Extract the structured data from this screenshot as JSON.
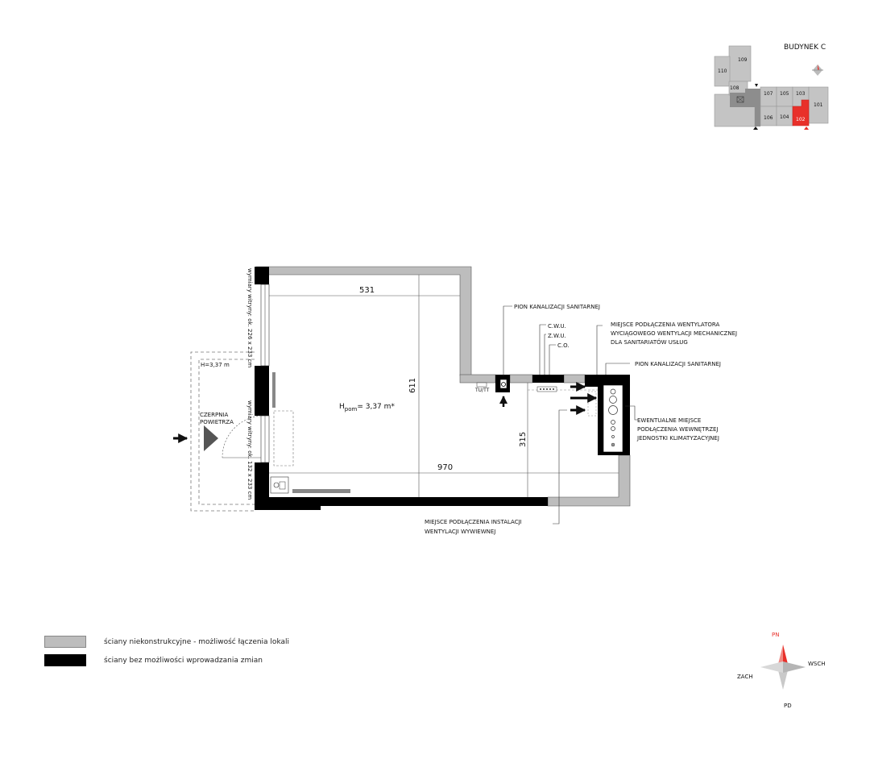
{
  "building": {
    "title": "BUDYNEK C"
  },
  "keyplan_units": [
    "109",
    "110",
    "108",
    "107",
    "105",
    "103",
    "101",
    "106",
    "104",
    "102"
  ],
  "dimensions": {
    "d531": "531",
    "d611": "611",
    "d970": "970",
    "d315": "315"
  },
  "room": {
    "h_label": "H",
    "h_sub": "pom",
    "h_value": "= 3,37 m*"
  },
  "terrace": {
    "height": "H=3,37 m",
    "intake_line1": "CZERPNIA",
    "intake_line2": "POWIETRZA"
  },
  "windows": {
    "w1": "wymiary witryny: ok. 226 x 233 cm",
    "w2": "wymiary witryny: ok. 132 x 233 cm"
  },
  "annotations": {
    "pion_1": "PION KANALIZACJI SANITARNEJ",
    "cwu": "C.W.U.",
    "zwu": "Z.W.U.",
    "co": "C.O.",
    "went_1": "MIEJSCE PODŁĄCZENIA WENTYLATORA",
    "went_2": "WYCIĄGOWEGO WENTYLACJI MECHANICZNEJ",
    "went_3": "DLA SANITARIATÓW USŁUG",
    "pion_2": "PION KANALIZACJI SANITARNEJ",
    "klima_1": "EWENTUALNE MIEJSCE",
    "klima_2": "PODŁĄCZENIA WEWNĘTRZEJ",
    "klima_3": "JEDNOSTKI KLIMATYZACYJNEJ",
    "wywiew_1": "MIEJSCE PODŁĄCZENIA INSTALACJI",
    "wywiew_2": "WENTYLACJI WYWIEWNEJ",
    "tutt": "TU/TT"
  },
  "legend": {
    "gray": "ściany niekonstrukcyjne - możliwość łączenia lokali",
    "black": "ściany bez możliwości wprowadzania zmian"
  },
  "compass": {
    "n": "PN",
    "e": "WSCH",
    "w": "ZACH",
    "s": "PD"
  },
  "colors": {
    "wall_black": "#000000",
    "wall_gray": "#bdbdbd",
    "highlight": "#e8302a",
    "north": "#e8302a"
  }
}
